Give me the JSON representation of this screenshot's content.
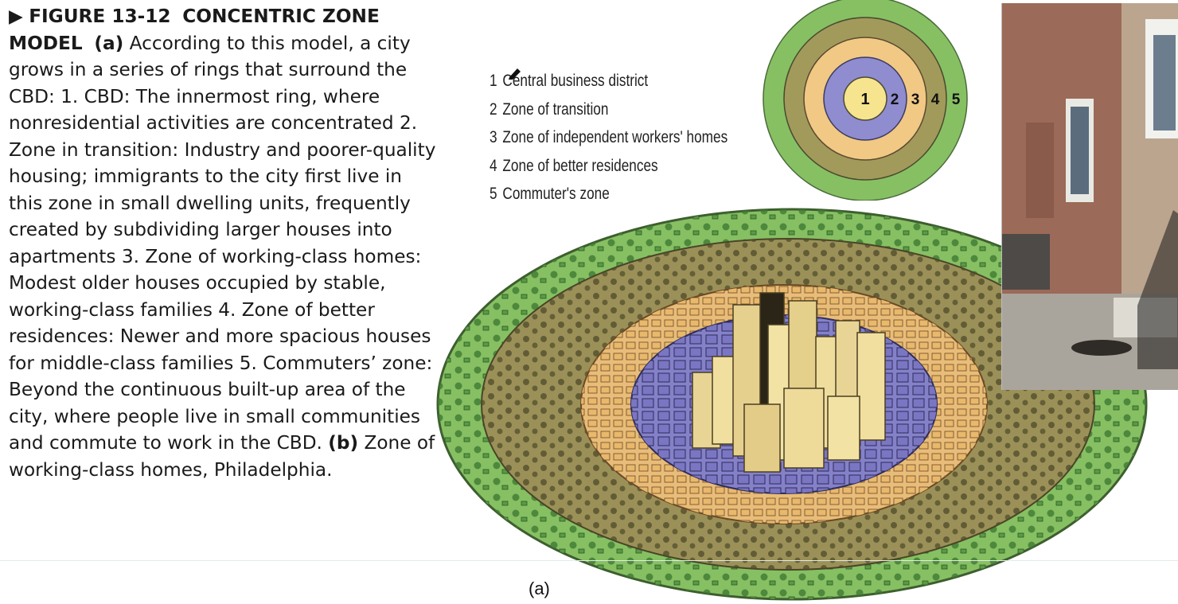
{
  "caption": {
    "marker": "▶",
    "figure_label": "FIGURE 13-12",
    "figure_title": "CONCENTRIC ZONE MODEL",
    "part_a": "(a)",
    "text_1": "According to this model, a city grows in a series of rings that surround the CBD: 1. CBD: The innermost ring, where nonresidential activities are concentrated 2. Zone in transition: Industry and poorer-quality housing; immigrants to the city first live in this zone in small dwelling units, frequently created by subdividing larger houses into apartments 3. Zone of working-class homes: Modest older houses occupied by stable, working-class families 4. Zone of better residences: Newer and more spacious houses for middle-class families 5. Commuters’ zone: Beyond the continuous built-up area of the city, where people live in small communities and commute to work in the CBD.",
    "part_b": "(b)",
    "text_2": "Zone of working-class homes, Philadelphia."
  },
  "legend": {
    "items": [
      {
        "num": "1",
        "label": "Central business district"
      },
      {
        "num": "2",
        "label": "Zone of transition"
      },
      {
        "num": "3",
        "label": "Zone of independent workers' homes"
      },
      {
        "num": "4",
        "label": "Zone of better residences"
      },
      {
        "num": "5",
        "label": "Commuter's zone"
      }
    ]
  },
  "rings": {
    "labels": [
      "1",
      "2",
      "3",
      "4",
      "5"
    ],
    "colors": [
      "#f7e48e",
      "#8f8cd0",
      "#f1c884",
      "#a29a5a",
      "#86c063"
    ]
  },
  "part_label": "(a)"
}
